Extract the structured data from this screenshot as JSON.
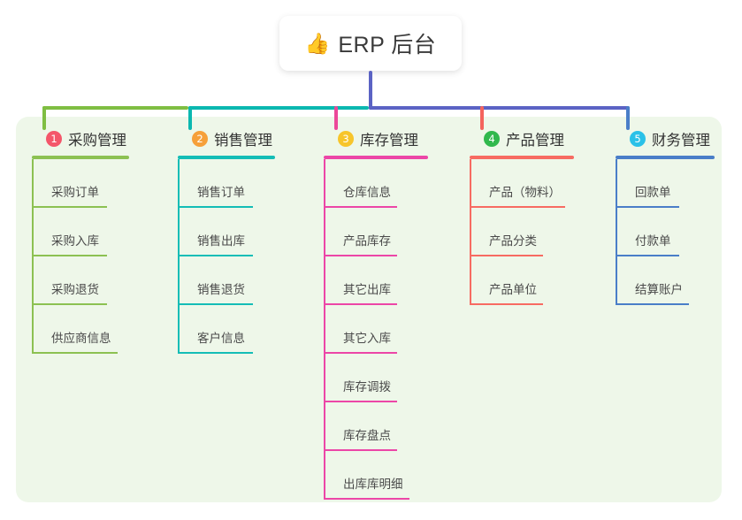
{
  "root": {
    "icon": "thumbs-up-icon",
    "emoji": "👍",
    "title": "ERP 后台"
  },
  "panel": {
    "background": "#eef7e9"
  },
  "connector": {
    "trunk_color": "#5b63c4",
    "segments": [
      {
        "name": "green-segment",
        "color": "#7fbe42"
      },
      {
        "name": "teal-segment",
        "color": "#0bb8b0"
      },
      {
        "name": "purple-segment",
        "color": "#5b63c4"
      }
    ],
    "drops": [
      {
        "name": "drop-col1",
        "color": "#7fbe42"
      },
      {
        "name": "drop-col2",
        "color": "#0bb8b0"
      },
      {
        "name": "drop-col3",
        "color": "#ec4899"
      },
      {
        "name": "drop-col4",
        "color": "#f4645d"
      },
      {
        "name": "drop-col5",
        "color": "#4a7ec8"
      }
    ]
  },
  "columns": [
    {
      "index": "1",
      "title": "采购管理",
      "badge_color": "#f4566a",
      "line_color": "#8cc152",
      "rule_width": 110,
      "head_rule_width": 110,
      "items": [
        {
          "label": "采购订单",
          "rule_width": 85
        },
        {
          "label": "采购入库",
          "rule_width": 85
        },
        {
          "label": "采购退货",
          "rule_width": 85
        },
        {
          "label": "供应商信息",
          "rule_width": 97
        }
      ]
    },
    {
      "index": "2",
      "title": "销售管理",
      "badge_color": "#f6a03a",
      "line_color": "#14bdb6",
      "rule_width": 110,
      "head_rule_width": 110,
      "items": [
        {
          "label": "销售订单",
          "rule_width": 85
        },
        {
          "label": "销售出库",
          "rule_width": 85
        },
        {
          "label": "销售退货",
          "rule_width": 85
        },
        {
          "label": "客户信息",
          "rule_width": 85
        }
      ]
    },
    {
      "index": "3",
      "title": "库存管理",
      "badge_color": "#f7c52b",
      "line_color": "#ec46a7",
      "rule_width": 118,
      "head_rule_width": 118,
      "items": [
        {
          "label": "仓库信息",
          "rule_width": 83
        },
        {
          "label": "产品库存",
          "rule_width": 83
        },
        {
          "label": "其它出库",
          "rule_width": 83
        },
        {
          "label": "其它入库",
          "rule_width": 83
        },
        {
          "label": "库存调拨",
          "rule_width": 83
        },
        {
          "label": "库存盘点",
          "rule_width": 83
        },
        {
          "label": "出库库明细",
          "rule_width": 97
        }
      ]
    },
    {
      "index": "4",
      "title": "产品管理",
      "badge_color": "#31b84d",
      "line_color": "#f76b62",
      "rule_width": 118,
      "head_rule_width": 118,
      "items": [
        {
          "label": "产品（物料）",
          "rule_width": 108
        },
        {
          "label": "产品分类",
          "rule_width": 83
        },
        {
          "label": "产品单位",
          "rule_width": 83
        }
      ]
    },
    {
      "index": "5",
      "title": "财务管理",
      "badge_color": "#2ac1e8",
      "line_color": "#4a7ec8",
      "rule_width": 112,
      "head_rule_width": 112,
      "items": [
        {
          "label": "回款单",
          "rule_width": 72
        },
        {
          "label": "付款单",
          "rule_width": 72
        },
        {
          "label": "结算账户",
          "rule_width": 83
        }
      ]
    }
  ]
}
